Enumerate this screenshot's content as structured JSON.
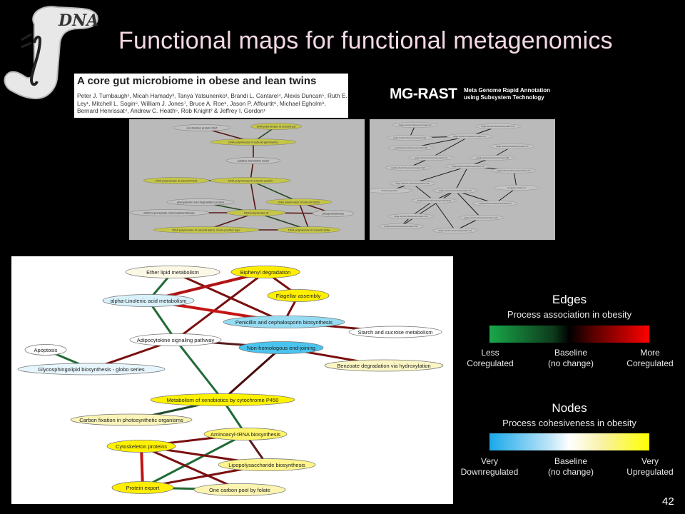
{
  "slide": {
    "title": "Functional maps for functional metagenomics",
    "number": "42",
    "logo_text": "DNA"
  },
  "paper": {
    "title": "A core gut microbiome in obese and lean twins",
    "authors": "Peter J. Turnbaugh¹, Micah Hamady³, Tanya Yatsunenko¹, Brandi L. Cantarel⁴, Alexis Duncan⁵, Ruth E. Ley¹, Mitchell L. Sogin⁶, William J. Jones⁷, Bruce A. Roe⁸, Jason P. Affourtit⁹, Michael Egholm⁹, Bernard Henrissat⁴, Andrew C. Heath⁵, Rob Knight² & Jeffrey I. Gordon¹"
  },
  "mgrast": {
    "name": "MG-RAST",
    "subtitle_line1": "Meta Genome Rapid Annotation",
    "subtitle_line2": "using Subsystem Technology"
  },
  "left_thumb_nodes": [
    "cell division protein FtsZ",
    "DNA polymerase III subunit psi",
    "DNA polymerase III subunit gamma/tau",
    "putative translation factor",
    "DNA polymerase III subunit theta",
    "DNA polymerase III subunit epsilon",
    "phenylacetic acid degradation protein",
    "DNA polymerase III subunit delta'",
    "dolichol-phosphate mannosyltransferase",
    "DNA polymerase III",
    "phosphoesterase",
    "DNA polymerase III subunit alpha, Gram-positive type",
    "DNA polymerase III subunit delta"
  ],
  "right_thumb_nodes": [
    "large subunit ribosomal protein L7",
    "large subunit ribosomal protein L12",
    "small subunit ribosomal protein S3",
    "large subunit ribosomal protein L3",
    "small subunit ribosomal protein S5",
    "large subunit ribosomal protein L4",
    "large subunit ribosomal protein L2",
    "small subunit ribosomal protein S8",
    "small subunit ribosomal protein S10",
    "large subunit ribosomal protein L6",
    "large subunit ribosomal protein L14",
    "large subunit ribosomal protein L18",
    "elongation factor Tu",
    "ribosomal protein",
    "large subunit ribosomal protein L5",
    "small subunit ribosomal protein S19",
    "small subunit ribosomal protein S7",
    "large subunit ribosomal protein L16",
    "large subunit ribosomal protein L22",
    "small subunit ribosomal protein S17",
    "large subunit ribosomal protein L11"
  ],
  "network": {
    "nodes": [
      {
        "id": "ether",
        "label": "Ether lipid metabolism",
        "fill": "#fbf8e6"
      },
      {
        "id": "biphenyl",
        "label": "Biphenyl degradation",
        "fill": "#ffee00"
      },
      {
        "id": "linolenic",
        "label": "alpha-Linolenic acid metabolism",
        "fill": "#d8f1fb"
      },
      {
        "id": "flagellar",
        "label": "Flagellar assembly",
        "fill": "#fff000"
      },
      {
        "id": "penicillin",
        "label": "Penicillin and cephalosporin biosynthesis",
        "fill": "#95dcf3"
      },
      {
        "id": "starch",
        "label": "Starch and sucrose metabolism",
        "fill": "#ffffff"
      },
      {
        "id": "adipocytokine",
        "label": "Adipocytokine signaling pathway",
        "fill": "#ffffff"
      },
      {
        "id": "nhej",
        "label": "Non-homologous end-joining",
        "fill": "#49c4ef"
      },
      {
        "id": "apoptosis",
        "label": "Apoptosis",
        "fill": "#ffffff"
      },
      {
        "id": "glyco",
        "label": "Glycosphingolipid biosynthesis - globo series",
        "fill": "#e7f6fd"
      },
      {
        "id": "benzoate",
        "label": "Benzoate degradation via hydroxylation",
        "fill": "#fbf6c4"
      },
      {
        "id": "xeno",
        "label": "Metabolism of xenobiotics by cytochrome P450",
        "fill": "#fff200"
      },
      {
        "id": "carbon",
        "label": "Carbon fixation in photosynthetic organisms",
        "fill": "#fbf4b8"
      },
      {
        "id": "aminoacyl",
        "label": "Aminoacyl-tRNA biosynthesis",
        "fill": "#fff46a"
      },
      {
        "id": "cytoskeleton",
        "label": "Cytoskeleton proteins",
        "fill": "#fff200"
      },
      {
        "id": "lps",
        "label": "Lipopolysaccharide biosynthesis",
        "fill": "#fff58a"
      },
      {
        "id": "protein",
        "label": "Protein export",
        "fill": "#ffee00"
      },
      {
        "id": "onecarbon",
        "label": "One carbon pool by folate",
        "fill": "#fbf4b0"
      }
    ],
    "edges": [
      {
        "from": "ether",
        "to": "linolenic",
        "color": "#1f6b35"
      },
      {
        "from": "ether",
        "to": "penicillin",
        "color": "#7a0e0e"
      },
      {
        "from": "biphenyl",
        "to": "linolenic",
        "color": "#b01515"
      },
      {
        "from": "biphenyl",
        "to": "adipocytokine",
        "color": "#7a0e0e"
      },
      {
        "from": "biphenyl",
        "to": "flagellar",
        "color": "#7a0e0e"
      },
      {
        "from": "linolenic",
        "to": "penicillin",
        "color": "#c41414"
      },
      {
        "from": "linolenic",
        "to": "adipocytokine",
        "color": "#1f6b35"
      },
      {
        "from": "flagellar",
        "to": "penicillin",
        "color": "#7a0e0e"
      },
      {
        "from": "penicillin",
        "to": "starch",
        "color": "#7a0e0e"
      },
      {
        "from": "adipocytokine",
        "to": "nhej",
        "color": "#5a1a1a"
      },
      {
        "from": "adipocytokine",
        "to": "glyco",
        "color": "#7a0e0e"
      },
      {
        "from": "adipocytokine",
        "to": "xeno",
        "color": "#1f6b35"
      },
      {
        "from": "apoptosis",
        "to": "glyco",
        "color": "#1f6b35"
      },
      {
        "from": "nhej",
        "to": "benzoate",
        "color": "#7a0e0e"
      },
      {
        "from": "nhej",
        "to": "xeno",
        "color": "#4a0a0a"
      },
      {
        "from": "xeno",
        "to": "carbon",
        "color": "#1f4a2a"
      },
      {
        "from": "xeno",
        "to": "aminoacyl",
        "color": "#1f6b35"
      },
      {
        "from": "aminoacyl",
        "to": "cytoskeleton",
        "color": "#7a0e0e"
      },
      {
        "from": "aminoacyl",
        "to": "lps",
        "color": "#5a1a1a"
      },
      {
        "from": "aminoacyl",
        "to": "protein",
        "color": "#1f6b35"
      },
      {
        "from": "cytoskeleton",
        "to": "lps",
        "color": "#7a0e0e"
      },
      {
        "from": "cytoskeleton",
        "to": "protein",
        "color": "#c41414"
      },
      {
        "from": "lps",
        "to": "protein",
        "color": "#7a0e0e"
      },
      {
        "from": "protein",
        "to": "onecarbon",
        "color": "#1f6b35"
      },
      {
        "from": "cytoskeleton",
        "to": "onecarbon",
        "color": "#7a0e0e"
      }
    ]
  },
  "legend": {
    "edges": {
      "title": "Edges",
      "subtitle": "Process association in obesity",
      "low_line1": "Less",
      "low_line2": "Coregulated",
      "mid_line1": "Baseline",
      "mid_line2": "(no change)",
      "high_line1": "More",
      "high_line2": "Coregulated",
      "colors": [
        "#19a84a",
        "#000000",
        "#ff0000"
      ]
    },
    "nodes": {
      "title": "Nodes",
      "subtitle": "Process cohesiveness in obesity",
      "low_line1": "Very",
      "low_line2": "Downregulated",
      "mid_line1": "Baseline",
      "mid_line2": "(no change)",
      "high_line1": "Very",
      "high_line2": "Upregulated",
      "colors": [
        "#1aa8ea",
        "#ffffff",
        "#ffff00"
      ]
    }
  }
}
